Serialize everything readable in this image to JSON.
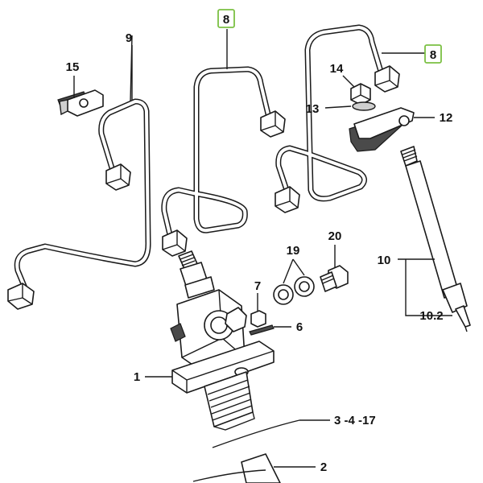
{
  "labels": {
    "p1": "1",
    "p2": "2",
    "p3": "3 -4 -17",
    "p6": "6",
    "p7": "7",
    "p8a": "8",
    "p8b": "8",
    "p9": "9",
    "p10": "10",
    "p10_2": "10.2",
    "p12": "12",
    "p13": "13",
    "p14": "14",
    "p15": "15",
    "p19": "19",
    "p20": "20"
  },
  "colors": {
    "highlight": "#7bc043",
    "ink": "#1a1a1a"
  }
}
